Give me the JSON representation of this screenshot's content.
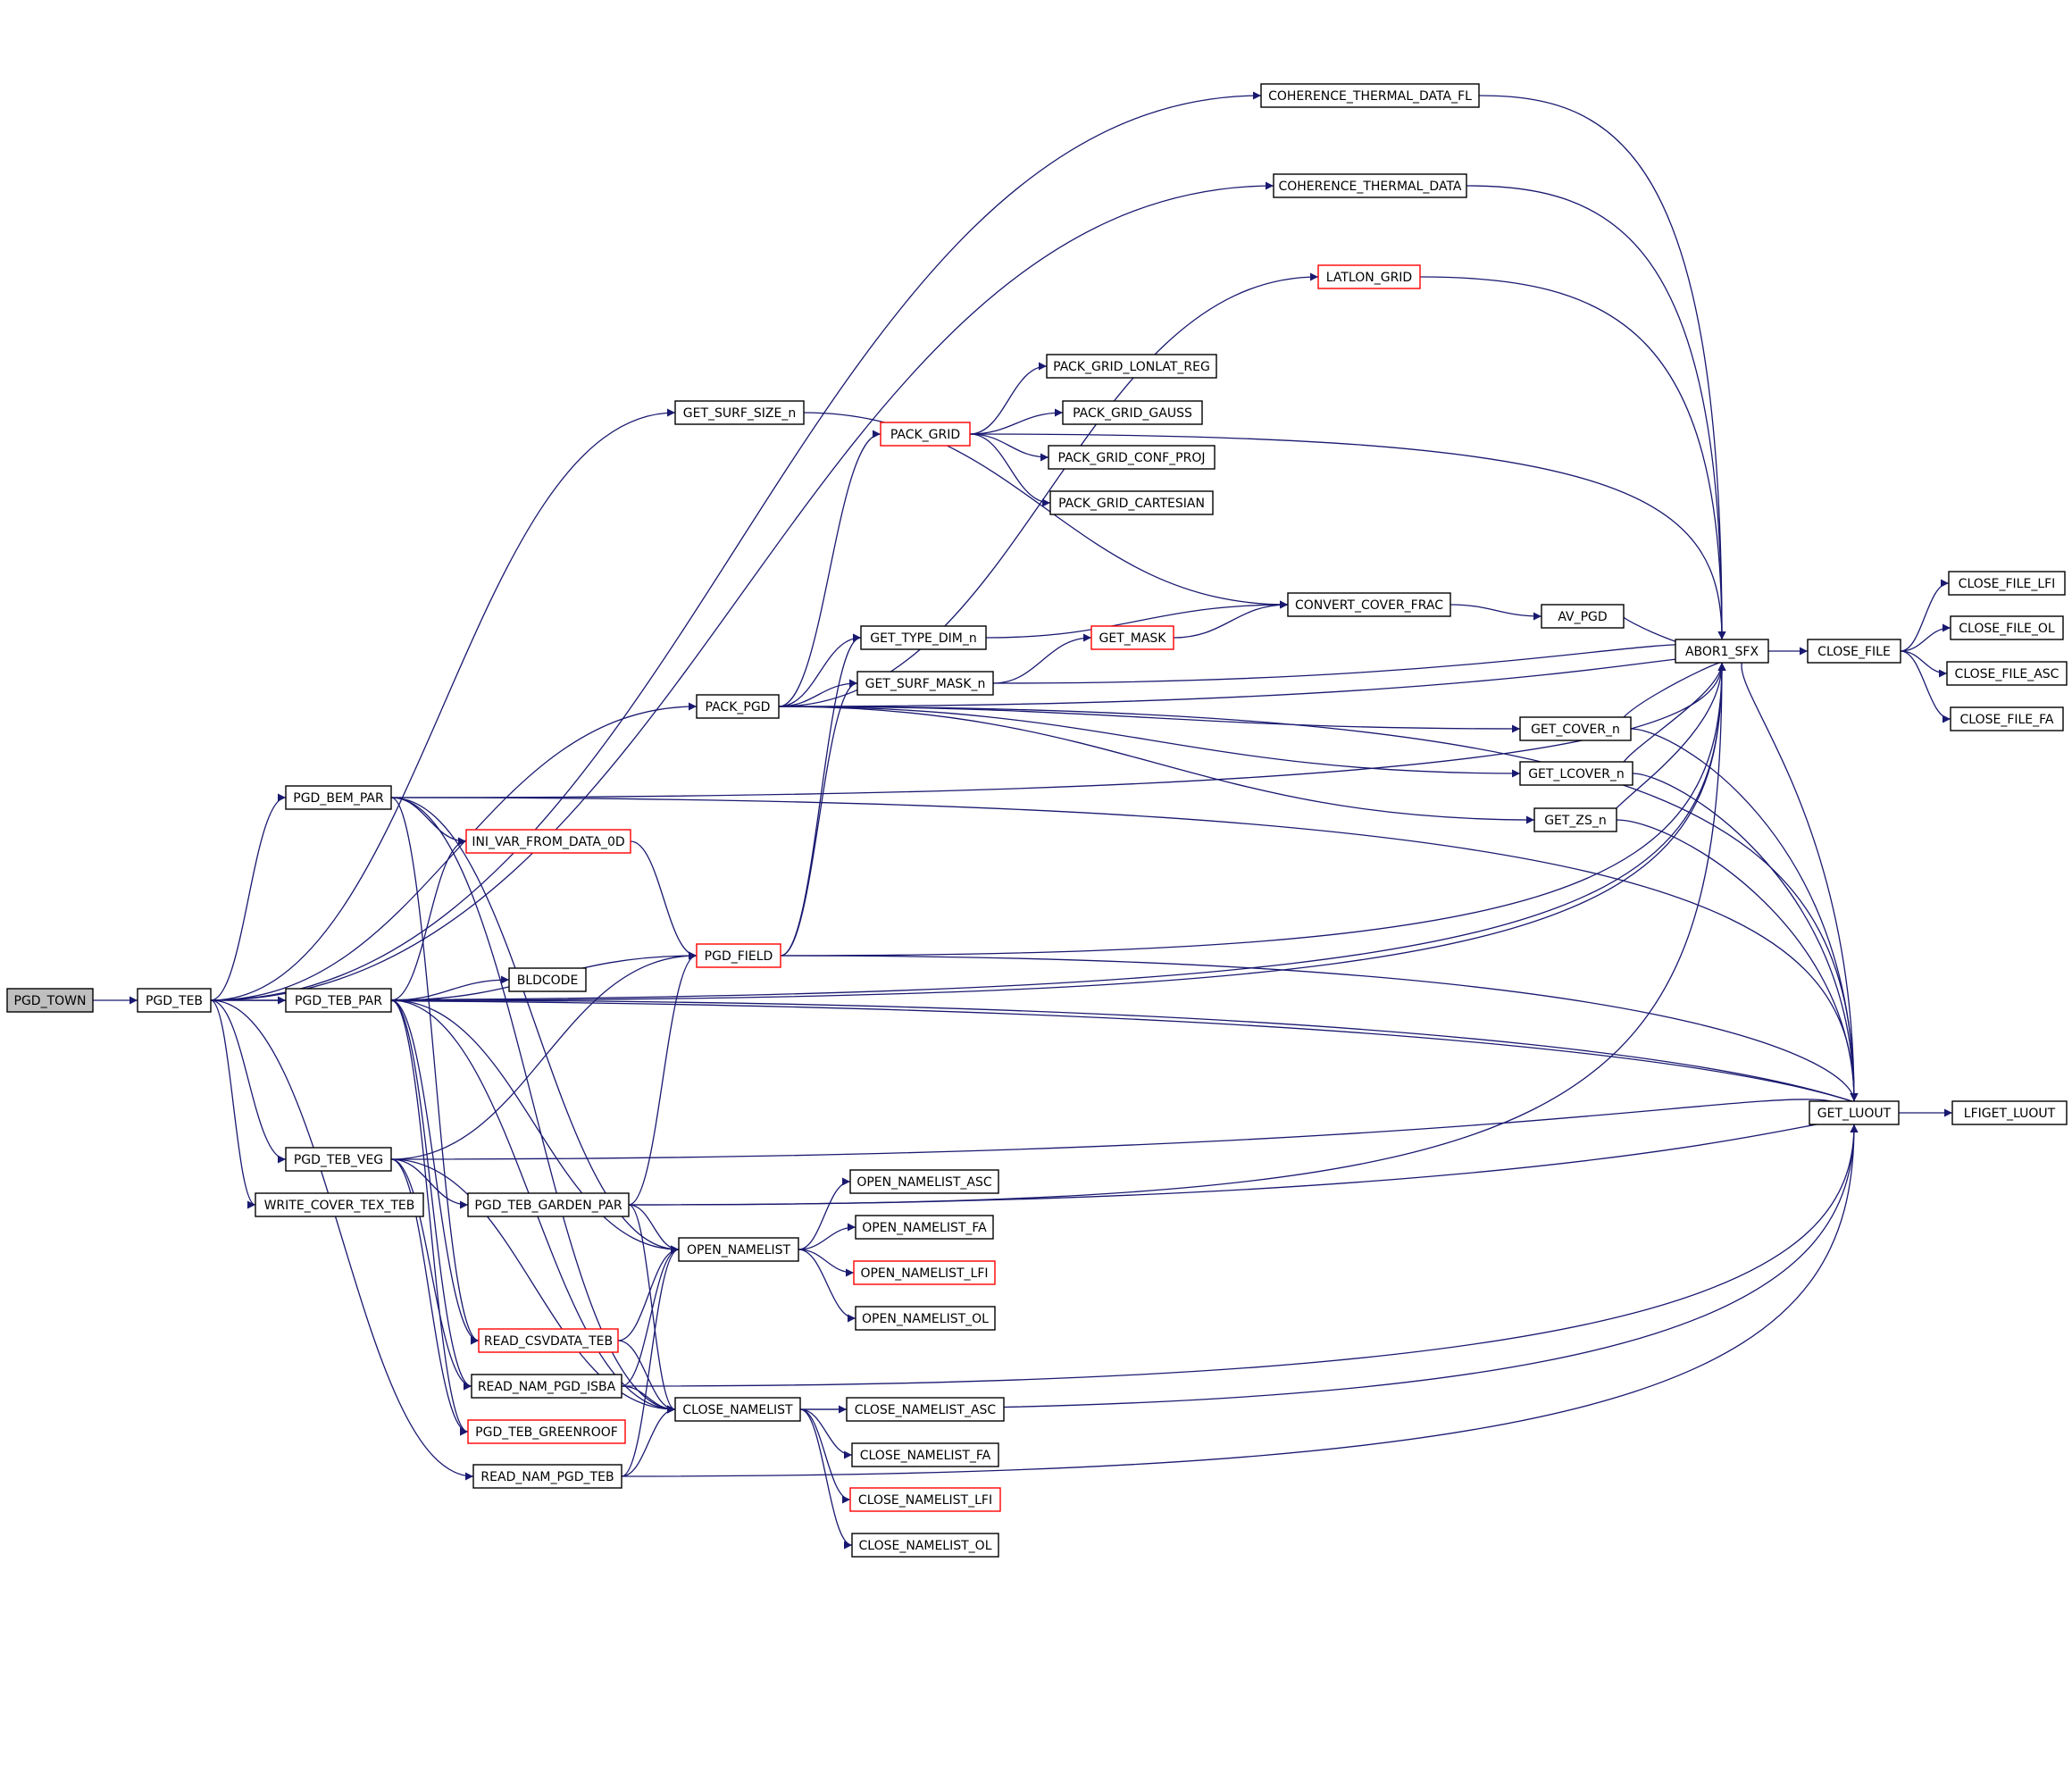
{
  "diagram": {
    "type": "call-graph",
    "colors": {
      "edge": "#191970",
      "node_border_normal": "#000000",
      "node_border_truncated": "#ff0000",
      "root_fill": "#bfbfbf",
      "node_fill": "#ffffff"
    },
    "nodes": [
      {
        "id": "PGD_TOWN",
        "label": "PGD_TOWN",
        "style": "root"
      },
      {
        "id": "PGD_TEB",
        "label": "PGD_TEB",
        "style": "normal"
      },
      {
        "id": "PGD_BEM_PAR",
        "label": "PGD_BEM_PAR",
        "style": "normal"
      },
      {
        "id": "PGD_TEB_PAR",
        "label": "PGD_TEB_PAR",
        "style": "normal"
      },
      {
        "id": "PGD_TEB_VEG",
        "label": "PGD_TEB_VEG",
        "style": "normal"
      },
      {
        "id": "WRITE_COVER_TEX_TEB",
        "label": "WRITE_COVER_TEX_TEB",
        "style": "normal"
      },
      {
        "id": "GET_SURF_SIZE_n",
        "label": "GET_SURF_SIZE_n",
        "style": "normal"
      },
      {
        "id": "PACK_PGD",
        "label": "PACK_PGD",
        "style": "normal"
      },
      {
        "id": "INI_VAR_FROM_DATA_0D",
        "label": "INI_VAR_FROM_DATA_0D",
        "style": "truncated"
      },
      {
        "id": "BLDCODE",
        "label": "BLDCODE",
        "style": "normal"
      },
      {
        "id": "PGD_FIELD",
        "label": "PGD_FIELD",
        "style": "truncated"
      },
      {
        "id": "PGD_TEB_GARDEN_PAR",
        "label": "PGD_TEB_GARDEN_PAR",
        "style": "normal"
      },
      {
        "id": "READ_CSVDATA_TEB",
        "label": "READ_CSVDATA_TEB",
        "style": "truncated"
      },
      {
        "id": "READ_NAM_PGD_ISBA",
        "label": "READ_NAM_PGD_ISBA",
        "style": "normal"
      },
      {
        "id": "PGD_TEB_GREENROOF",
        "label": "PGD_TEB_GREENROOF",
        "style": "truncated"
      },
      {
        "id": "READ_NAM_PGD_TEB",
        "label": "READ_NAM_PGD_TEB",
        "style": "normal"
      },
      {
        "id": "OPEN_NAMELIST",
        "label": "OPEN_NAMELIST",
        "style": "normal"
      },
      {
        "id": "CLOSE_NAMELIST",
        "label": "CLOSE_NAMELIST",
        "style": "normal"
      },
      {
        "id": "PACK_GRID",
        "label": "PACK_GRID",
        "style": "truncated"
      },
      {
        "id": "GET_TYPE_DIM_n",
        "label": "GET_TYPE_DIM_n",
        "style": "normal"
      },
      {
        "id": "GET_SURF_MASK_n",
        "label": "GET_SURF_MASK_n",
        "style": "normal"
      },
      {
        "id": "PACK_GRID_LONLAT_REG",
        "label": "PACK_GRID_LONLAT_REG",
        "style": "normal"
      },
      {
        "id": "PACK_GRID_GAUSS",
        "label": "PACK_GRID_GAUSS",
        "style": "normal"
      },
      {
        "id": "PACK_GRID_CONF_PROJ",
        "label": "PACK_GRID_CONF_PROJ",
        "style": "normal"
      },
      {
        "id": "PACK_GRID_CARTESIAN",
        "label": "PACK_GRID_CARTESIAN",
        "style": "normal"
      },
      {
        "id": "GET_MASK",
        "label": "GET_MASK",
        "style": "truncated"
      },
      {
        "id": "OPEN_NAMELIST_ASC",
        "label": "OPEN_NAMELIST_ASC",
        "style": "normal"
      },
      {
        "id": "OPEN_NAMELIST_FA",
        "label": "OPEN_NAMELIST_FA",
        "style": "normal"
      },
      {
        "id": "OPEN_NAMELIST_LFI",
        "label": "OPEN_NAMELIST_LFI",
        "style": "truncated"
      },
      {
        "id": "OPEN_NAMELIST_OL",
        "label": "OPEN_NAMELIST_OL",
        "style": "normal"
      },
      {
        "id": "CLOSE_NAMELIST_ASC",
        "label": "CLOSE_NAMELIST_ASC",
        "style": "normal"
      },
      {
        "id": "CLOSE_NAMELIST_FA",
        "label": "CLOSE_NAMELIST_FA",
        "style": "normal"
      },
      {
        "id": "CLOSE_NAMELIST_LFI",
        "label": "CLOSE_NAMELIST_LFI",
        "style": "truncated"
      },
      {
        "id": "CLOSE_NAMELIST_OL",
        "label": "CLOSE_NAMELIST_OL",
        "style": "normal"
      },
      {
        "id": "COHERENCE_THERMAL_DATA_FL",
        "label": "COHERENCE_THERMAL_DATA_FL",
        "style": "normal"
      },
      {
        "id": "COHERENCE_THERMAL_DATA",
        "label": "COHERENCE_THERMAL_DATA",
        "style": "normal"
      },
      {
        "id": "LATLON_GRID",
        "label": "LATLON_GRID",
        "style": "truncated"
      },
      {
        "id": "CONVERT_COVER_FRAC",
        "label": "CONVERT_COVER_FRAC",
        "style": "normal"
      },
      {
        "id": "GET_COVER_n",
        "label": "GET_COVER_n",
        "style": "normal"
      },
      {
        "id": "GET_LCOVER_n",
        "label": "GET_LCOVER_n",
        "style": "normal"
      },
      {
        "id": "GET_ZS_n",
        "label": "GET_ZS_n",
        "style": "normal"
      },
      {
        "id": "AV_PGD",
        "label": "AV_PGD",
        "style": "normal"
      },
      {
        "id": "ABOR1_SFX",
        "label": "ABOR1_SFX",
        "style": "normal"
      },
      {
        "id": "GET_LUOUT",
        "label": "GET_LUOUT",
        "style": "normal"
      },
      {
        "id": "CLOSE_FILE",
        "label": "CLOSE_FILE",
        "style": "normal"
      },
      {
        "id": "LFIGET_LUOUT",
        "label": "LFIGET_LUOUT",
        "style": "normal"
      },
      {
        "id": "CLOSE_FILE_LFI",
        "label": "CLOSE_FILE_LFI",
        "style": "normal"
      },
      {
        "id": "CLOSE_FILE_OL",
        "label": "CLOSE_FILE_OL",
        "style": "normal"
      },
      {
        "id": "CLOSE_FILE_ASC",
        "label": "CLOSE_FILE_ASC",
        "style": "normal"
      },
      {
        "id": "CLOSE_FILE_FA",
        "label": "CLOSE_FILE_FA",
        "style": "normal"
      }
    ],
    "edges": [
      [
        "PGD_TOWN",
        "PGD_TEB"
      ],
      [
        "PGD_TEB",
        "PGD_BEM_PAR"
      ],
      [
        "PGD_TEB",
        "PGD_TEB_PAR"
      ],
      [
        "PGD_TEB",
        "PGD_TEB_VEG"
      ],
      [
        "PGD_TEB",
        "WRITE_COVER_TEX_TEB"
      ],
      [
        "PGD_TEB",
        "GET_SURF_SIZE_n"
      ],
      [
        "PGD_TEB",
        "PACK_PGD"
      ],
      [
        "PGD_TEB",
        "READ_NAM_PGD_TEB"
      ],
      [
        "PGD_TEB",
        "ABOR1_SFX"
      ],
      [
        "PGD_TEB",
        "GET_LUOUT"
      ],
      [
        "PGD_TEB",
        "COHERENCE_THERMAL_DATA_FL"
      ],
      [
        "PGD_TEB",
        "COHERENCE_THERMAL_DATA"
      ],
      [
        "PGD_BEM_PAR",
        "INI_VAR_FROM_DATA_0D"
      ],
      [
        "PGD_BEM_PAR",
        "OPEN_NAMELIST"
      ],
      [
        "PGD_BEM_PAR",
        "CLOSE_NAMELIST"
      ],
      [
        "PGD_BEM_PAR",
        "READ_CSVDATA_TEB"
      ],
      [
        "PGD_BEM_PAR",
        "ABOR1_SFX"
      ],
      [
        "PGD_BEM_PAR",
        "GET_LUOUT"
      ],
      [
        "PGD_TEB_PAR",
        "INI_VAR_FROM_DATA_0D"
      ],
      [
        "PGD_TEB_PAR",
        "BLDCODE"
      ],
      [
        "PGD_TEB_PAR",
        "OPEN_NAMELIST"
      ],
      [
        "PGD_TEB_PAR",
        "CLOSE_NAMELIST"
      ],
      [
        "PGD_TEB_PAR",
        "READ_CSVDATA_TEB"
      ],
      [
        "PGD_TEB_PAR",
        "READ_NAM_PGD_ISBA"
      ],
      [
        "PGD_TEB_PAR",
        "PGD_TEB_GREENROOF"
      ],
      [
        "PGD_TEB_PAR",
        "ABOR1_SFX"
      ],
      [
        "PGD_TEB_PAR",
        "GET_LUOUT"
      ],
      [
        "PGD_TEB_PAR",
        "PGD_FIELD"
      ],
      [
        "PGD_TEB_VEG",
        "PGD_FIELD"
      ],
      [
        "PGD_TEB_VEG",
        "PGD_TEB_GARDEN_PAR"
      ],
      [
        "PGD_TEB_VEG",
        "CLOSE_NAMELIST"
      ],
      [
        "PGD_TEB_VEG",
        "GET_LUOUT"
      ],
      [
        "PGD_TEB_VEG",
        "READ_NAM_PGD_ISBA"
      ],
      [
        "PGD_TEB_VEG",
        "PGD_TEB_GREENROOF"
      ],
      [
        "INI_VAR_FROM_DATA_0D",
        "PGD_FIELD"
      ],
      [
        "PGD_TEB_GARDEN_PAR",
        "PGD_FIELD"
      ],
      [
        "PGD_TEB_GARDEN_PAR",
        "OPEN_NAMELIST"
      ],
      [
        "PGD_TEB_GARDEN_PAR",
        "CLOSE_NAMELIST"
      ],
      [
        "PGD_TEB_GARDEN_PAR",
        "ABOR1_SFX"
      ],
      [
        "PGD_TEB_GARDEN_PAR",
        "GET_LUOUT"
      ],
      [
        "READ_CSVDATA_TEB",
        "OPEN_NAMELIST"
      ],
      [
        "READ_CSVDATA_TEB",
        "CLOSE_NAMELIST"
      ],
      [
        "READ_NAM_PGD_ISBA",
        "OPEN_NAMELIST"
      ],
      [
        "READ_NAM_PGD_ISBA",
        "CLOSE_NAMELIST"
      ],
      [
        "READ_NAM_PGD_ISBA",
        "GET_LUOUT"
      ],
      [
        "READ_NAM_PGD_TEB",
        "OPEN_NAMELIST"
      ],
      [
        "READ_NAM_PGD_TEB",
        "CLOSE_NAMELIST"
      ],
      [
        "READ_NAM_PGD_TEB",
        "GET_LUOUT"
      ],
      [
        "GET_SURF_SIZE_n",
        "CONVERT_COVER_FRAC"
      ],
      [
        "PACK_PGD",
        "PACK_GRID"
      ],
      [
        "PACK_PGD",
        "GET_TYPE_DIM_n"
      ],
      [
        "PACK_PGD",
        "GET_SURF_MASK_n"
      ],
      [
        "PACK_PGD",
        "GET_COVER_n"
      ],
      [
        "PACK_PGD",
        "GET_LCOVER_n"
      ],
      [
        "PACK_PGD",
        "GET_ZS_n"
      ],
      [
        "PACK_PGD",
        "LATLON_GRID"
      ],
      [
        "PACK_PGD",
        "ABOR1_SFX"
      ],
      [
        "PACK_PGD",
        "GET_LUOUT"
      ],
      [
        "PGD_FIELD",
        "GET_TYPE_DIM_n"
      ],
      [
        "PGD_FIELD",
        "GET_SURF_MASK_n"
      ],
      [
        "PGD_FIELD",
        "ABOR1_SFX"
      ],
      [
        "PGD_FIELD",
        "GET_LUOUT"
      ],
      [
        "OPEN_NAMELIST",
        "OPEN_NAMELIST_ASC"
      ],
      [
        "OPEN_NAMELIST",
        "OPEN_NAMELIST_FA"
      ],
      [
        "OPEN_NAMELIST",
        "OPEN_NAMELIST_LFI"
      ],
      [
        "OPEN_NAMELIST",
        "OPEN_NAMELIST_OL"
      ],
      [
        "CLOSE_NAMELIST",
        "CLOSE_NAMELIST_ASC"
      ],
      [
        "CLOSE_NAMELIST",
        "CLOSE_NAMELIST_FA"
      ],
      [
        "CLOSE_NAMELIST",
        "CLOSE_NAMELIST_LFI"
      ],
      [
        "CLOSE_NAMELIST",
        "CLOSE_NAMELIST_OL"
      ],
      [
        "CLOSE_NAMELIST",
        "GET_LUOUT"
      ],
      [
        "PACK_GRID",
        "PACK_GRID_LONLAT_REG"
      ],
      [
        "PACK_GRID",
        "PACK_GRID_GAUSS"
      ],
      [
        "PACK_GRID",
        "PACK_GRID_CONF_PROJ"
      ],
      [
        "PACK_GRID",
        "PACK_GRID_CARTESIAN"
      ],
      [
        "PACK_GRID",
        "ABOR1_SFX"
      ],
      [
        "GET_TYPE_DIM_n",
        "CONVERT_COVER_FRAC"
      ],
      [
        "GET_SURF_MASK_n",
        "GET_MASK"
      ],
      [
        "GET_SURF_MASK_n",
        "ABOR1_SFX"
      ],
      [
        "GET_MASK",
        "CONVERT_COVER_FRAC"
      ],
      [
        "COHERENCE_THERMAL_DATA_FL",
        "ABOR1_SFX"
      ],
      [
        "COHERENCE_THERMAL_DATA",
        "ABOR1_SFX"
      ],
      [
        "LATLON_GRID",
        "ABOR1_SFX"
      ],
      [
        "CONVERT_COVER_FRAC",
        "AV_PGD"
      ],
      [
        "AV_PGD",
        "ABOR1_SFX"
      ],
      [
        "GET_COVER_n",
        "ABOR1_SFX"
      ],
      [
        "GET_COVER_n",
        "GET_LUOUT"
      ],
      [
        "GET_LCOVER_n",
        "ABOR1_SFX"
      ],
      [
        "GET_LCOVER_n",
        "GET_LUOUT"
      ],
      [
        "GET_ZS_n",
        "ABOR1_SFX"
      ],
      [
        "GET_ZS_n",
        "GET_LUOUT"
      ],
      [
        "ABOR1_SFX",
        "CLOSE_FILE"
      ],
      [
        "ABOR1_SFX",
        "GET_LUOUT"
      ],
      [
        "CLOSE_FILE",
        "CLOSE_FILE_LFI"
      ],
      [
        "CLOSE_FILE",
        "CLOSE_FILE_OL"
      ],
      [
        "CLOSE_FILE",
        "CLOSE_FILE_ASC"
      ],
      [
        "CLOSE_FILE",
        "CLOSE_FILE_FA"
      ],
      [
        "GET_LUOUT",
        "LFIGET_LUOUT"
      ]
    ]
  }
}
